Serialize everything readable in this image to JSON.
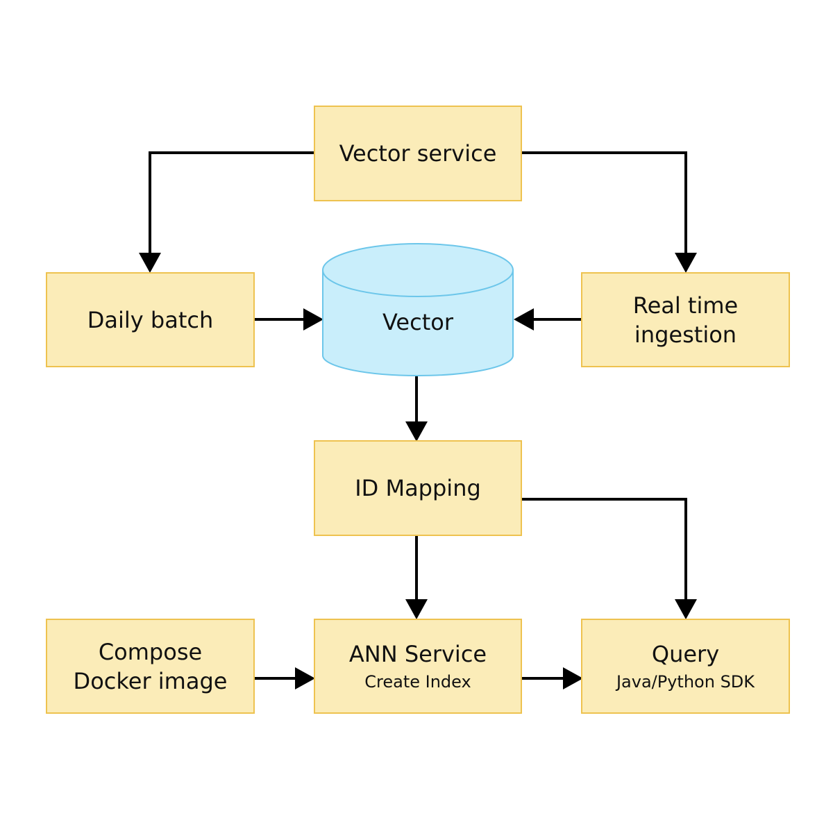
{
  "diagram": {
    "colors": {
      "box_fill": "#fbecb8",
      "box_border": "#eec24f",
      "db_fill": "#c9eefb",
      "db_border": "#6cc6ea",
      "arrow": "#000000"
    },
    "nodes": {
      "vector_service": {
        "title": "Vector service"
      },
      "daily_batch": {
        "title": "Daily batch"
      },
      "vector_db": {
        "title": "Vector"
      },
      "realtime_ingestion": {
        "title_line1": "Real time",
        "title_line2": "ingestion"
      },
      "id_mapping": {
        "title": "ID Mapping"
      },
      "compose_docker": {
        "title_line1": "Compose",
        "title_line2": "Docker image"
      },
      "ann_service": {
        "title": "ANN Service",
        "subtitle": "Create Index"
      },
      "query": {
        "title": "Query",
        "subtitle": "Java/Python SDK"
      }
    },
    "edges": [
      {
        "from": "Vector service",
        "to": "Daily batch"
      },
      {
        "from": "Vector service",
        "to": "Real time ingestion"
      },
      {
        "from": "Daily batch",
        "to": "Vector"
      },
      {
        "from": "Real time ingestion",
        "to": "Vector"
      },
      {
        "from": "Vector",
        "to": "ID Mapping"
      },
      {
        "from": "ID Mapping",
        "to": "ANN Service"
      },
      {
        "from": "ID Mapping",
        "to": "Query"
      },
      {
        "from": "Compose Docker image",
        "to": "ANN Service"
      },
      {
        "from": "ANN Service",
        "to": "Query"
      }
    ]
  }
}
